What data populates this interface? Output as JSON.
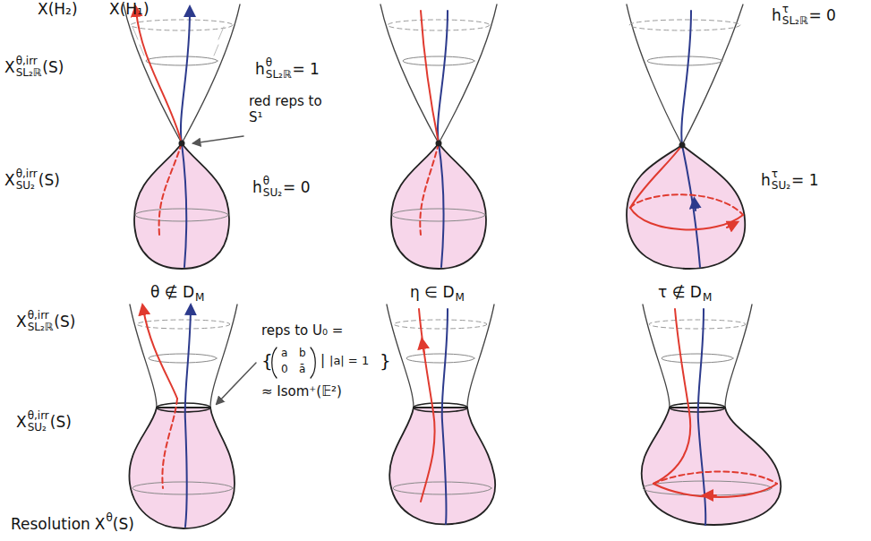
{
  "diagram": {
    "labels": [
      "X(H₂)",
      "X(H₁)",
      "X",
      "θ,irr",
      "SL₂ℝ",
      "(S)",
      "X",
      "θ,irr",
      "SU₂",
      "(S)",
      "h",
      "θ",
      "SL₂ℝ",
      "= 1",
      "red reps to S¹",
      "h",
      "θ",
      "SU₂",
      "= 0",
      "θ ∉ D",
      "M",
      "η ∈ D",
      "M",
      "h",
      "τ",
      "SL₂ℝ",
      "= 0",
      "h",
      "τ",
      "SU₂",
      "= 1",
      "τ ∉ D",
      "M",
      "X",
      "θ,irr",
      "SL₂ℝ",
      "(S)",
      "X",
      "θ,irr",
      "SU₂",
      "(S)",
      "reps to U₀ =",
      "{",
      "a",
      "b",
      "0",
      "ā",
      "|",
      "|a| = 1",
      "}",
      "≈ Isom⁺(𝔼²)",
      "Resolution",
      "X",
      "θ",
      "(S)"
    ]
  }
}
